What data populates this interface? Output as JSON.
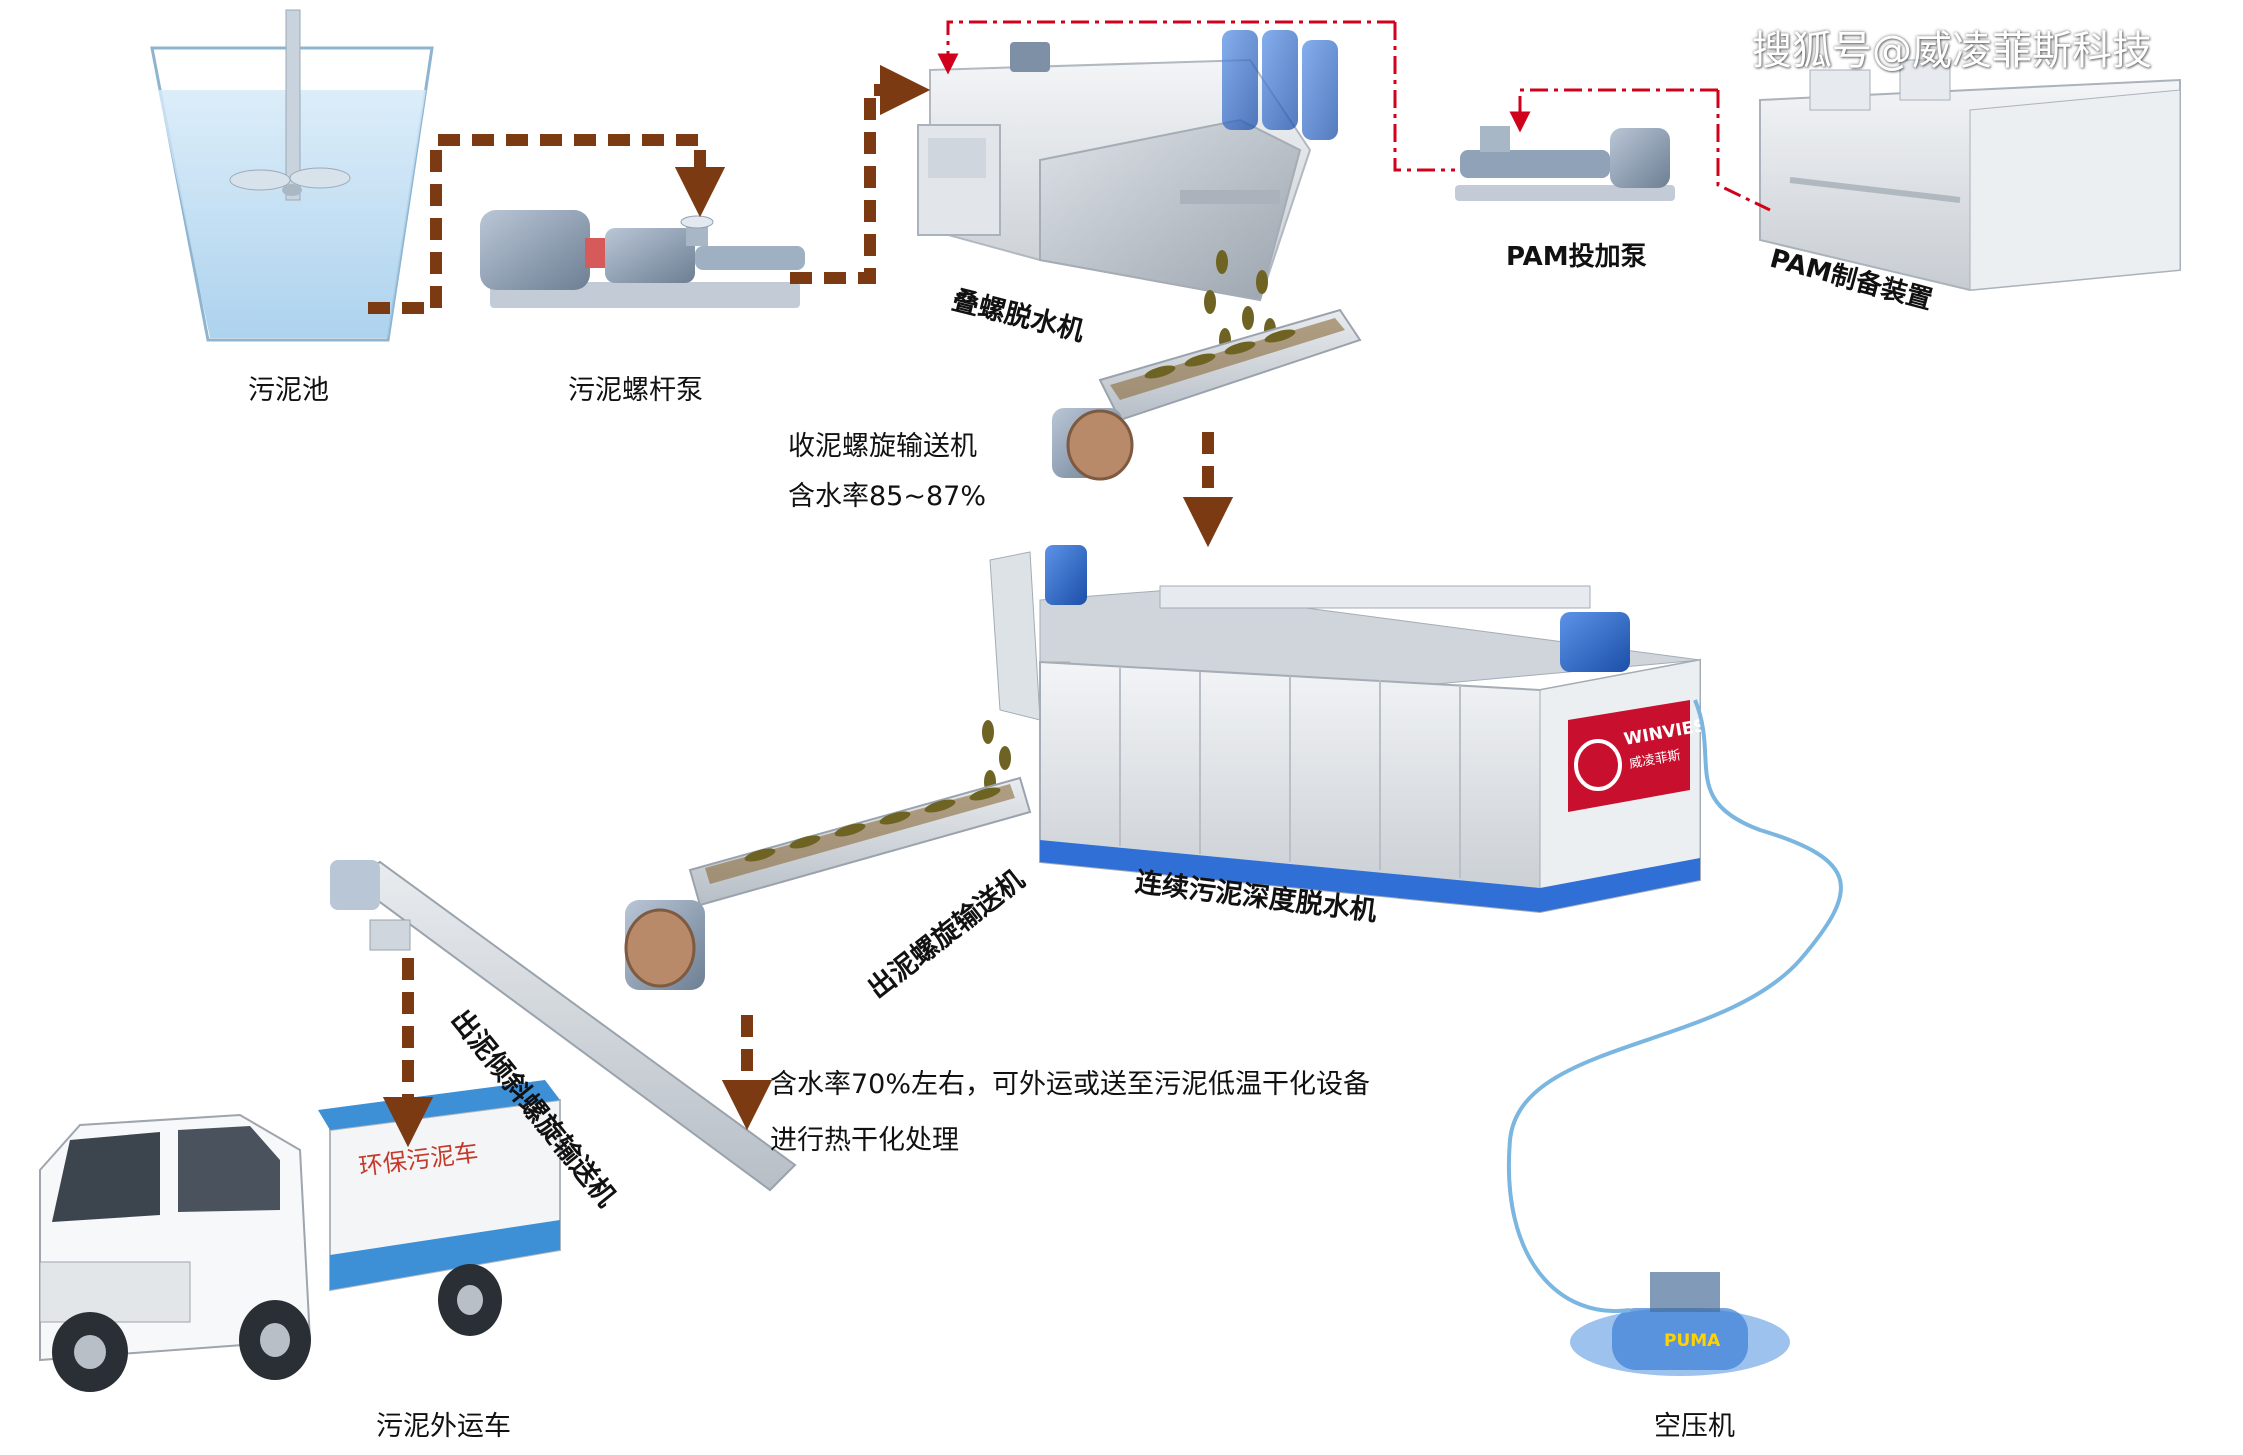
{
  "watermark": "搜狐号@威凌菲斯科技",
  "labels": {
    "sludge_tank": "污泥池",
    "screw_pump": "污泥螺杆泵",
    "stack_dewatering": "叠螺脱水机",
    "pam_dosing_pump": "PAM投加泵",
    "pam_preparation": "PAM制备装置",
    "collect_conveyor": "收泥螺旋输送机",
    "collect_moisture": "含水率85~87%",
    "deep_dewatering": "连续污泥深度脱水机",
    "outlet_conveyor": "出泥螺旋输送机",
    "inclined_conveyor": "出泥倾斜螺旋输送机",
    "final_moisture_line1": "含水率70%左右，可外运或送至污泥低温干化设备",
    "final_moisture_line2": "进行热干化处理",
    "transport_truck": "污泥外运车",
    "air_compressor": "空压机"
  },
  "machine_logo": {
    "brand": "WINVIES",
    "sub": "威凌菲斯"
  },
  "truck_text": "环保污泥车",
  "compressor_brand": "PUMA",
  "colors": {
    "sludge_flow": "#7b3a12",
    "chemical_flow": "#d0021b",
    "air_line": "#7ab6e0",
    "machine_blue": "#2f6fd6",
    "logo_red": "#c8102e"
  }
}
